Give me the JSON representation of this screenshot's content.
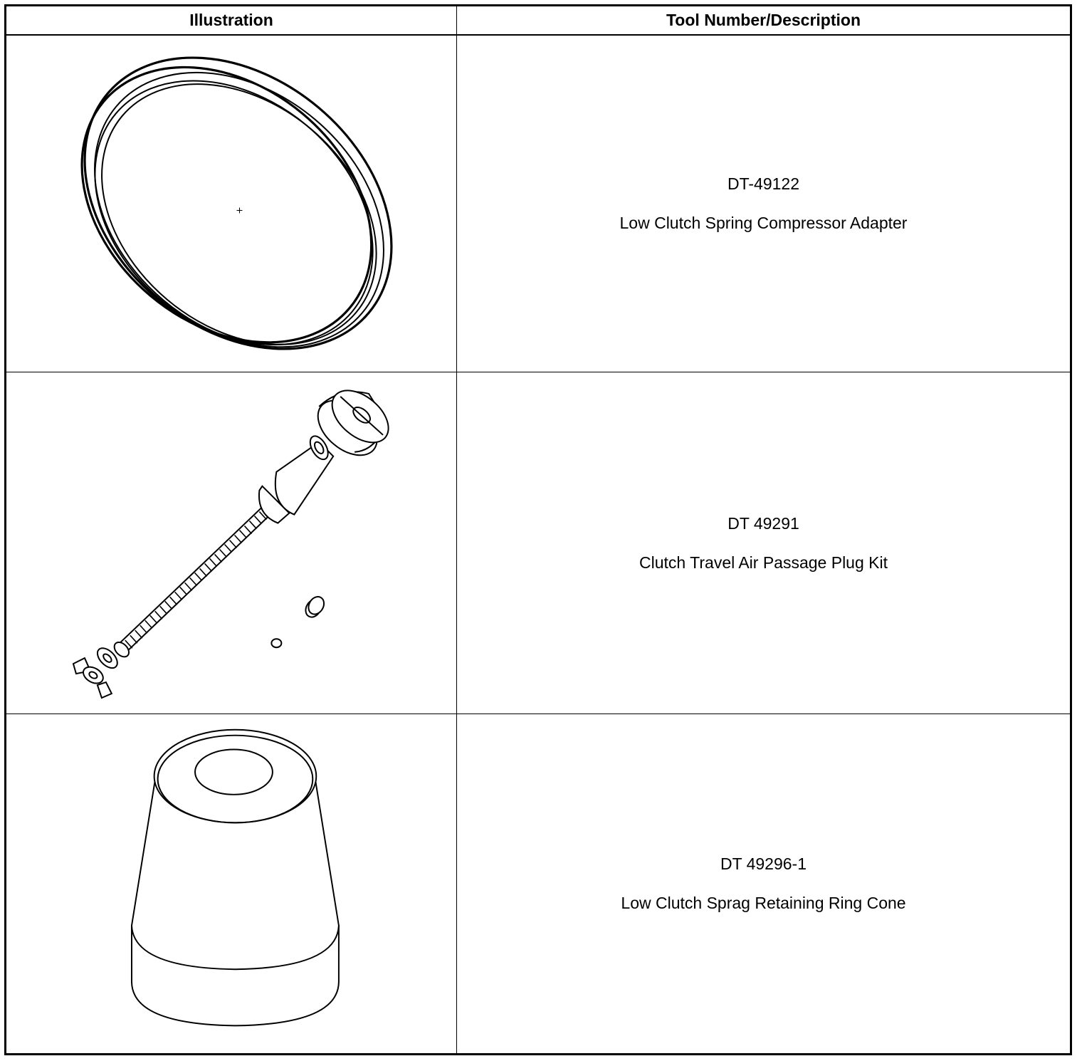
{
  "table": {
    "headers": {
      "illustration": "Illustration",
      "description": "Tool Number/Description"
    },
    "rows": [
      {
        "tool_number": "DT-49122",
        "description": "Low Clutch Spring Compressor Adapter",
        "illustration_icon": "adapter-ring-icon"
      },
      {
        "tool_number": "DT 49291",
        "description": "Clutch Travel Air Passage Plug Kit",
        "illustration_icon": "plug-kit-icon"
      },
      {
        "tool_number": "DT 49296-1",
        "description": "Low Clutch Sprag Retaining Ring Cone",
        "illustration_icon": "retaining-ring-cone-icon"
      }
    ]
  }
}
